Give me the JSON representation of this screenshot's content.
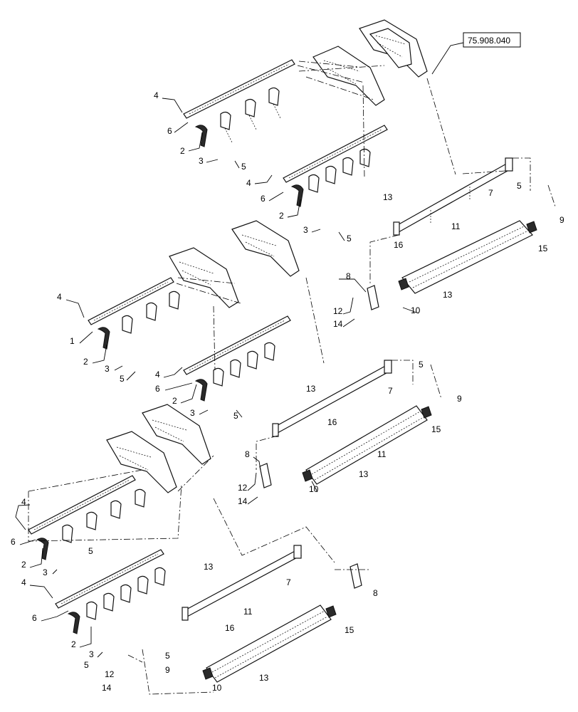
{
  "diagram": {
    "reference": "75.908.040",
    "callouts": {
      "c1": "1",
      "c2a": "2",
      "c2b": "2",
      "c2c": "2",
      "c2d": "2",
      "c2e": "2",
      "c3a": "3",
      "c3b": "3",
      "c3c": "3",
      "c3d": "3",
      "c3e": "3",
      "c3f": "3",
      "c4a": "4",
      "c4b": "4",
      "c4c": "4",
      "c4d": "4",
      "c4e": "4",
      "c4f": "4",
      "c5a": "5",
      "c5b": "5",
      "c5c": "5",
      "c5d": "5",
      "c5e": "5",
      "c5f": "5",
      "c5g": "5",
      "c5h": "5",
      "c5i": "5",
      "c6a": "6",
      "c6b": "6",
      "c6c": "6",
      "c6d": "6",
      "c6e": "6",
      "c7a": "7",
      "c7b": "7",
      "c7c": "7",
      "c8a": "8",
      "c8b": "8",
      "c8c": "8",
      "c9a": "9",
      "c9b": "9",
      "c9c": "9",
      "c10a": "10",
      "c10b": "10",
      "c10c": "10",
      "c11a": "11",
      "c11b": "11",
      "c11c": "11",
      "c12a": "12",
      "c12b": "12",
      "c12c": "12",
      "c13a": "13",
      "c13b": "13",
      "c13c": "13",
      "c13d": "13",
      "c13e": "13",
      "c13f": "13",
      "c14a": "14",
      "c14b": "14",
      "c14c": "14",
      "c15a": "15",
      "c15b": "15",
      "c15c": "15",
      "c16a": "16",
      "c16b": "16",
      "c16c": "16"
    }
  }
}
